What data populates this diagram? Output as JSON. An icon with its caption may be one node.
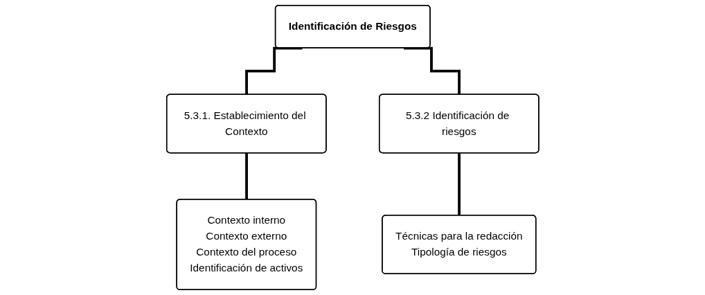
{
  "diagram": {
    "nodes": [
      {
        "text": [
          "Identificación de Riesgos"
        ]
      },
      {
        "text": [
          "5.3.1. Establecimiento del Contexto"
        ]
      },
      {
        "text": [
          "5.3.2 Identificación de riesgos"
        ]
      },
      {
        "text": [
          "Contexto interno",
          "Contexto externo",
          "Contexto del proceso",
          "Identificación de activos"
        ]
      },
      {
        "text": [
          "Técnicas para la redacción",
          "Tipología de riesgos"
        ]
      }
    ],
    "edges": [
      {
        "from": 0,
        "to": 1,
        "arrow": "none"
      },
      {
        "from": 0,
        "to": 2,
        "arrow": "none"
      },
      {
        "from": 1,
        "to": 3,
        "arrow": "none"
      },
      {
        "from": 2,
        "to": 4,
        "arrow": "none"
      }
    ]
  }
}
